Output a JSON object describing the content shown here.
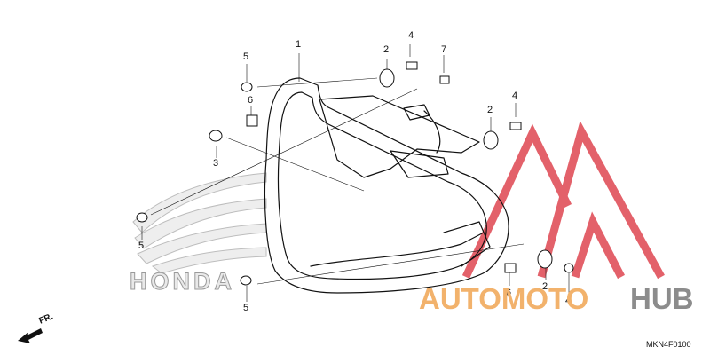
{
  "diagram": {
    "part_code": "MKN4F0100",
    "direction_label": "FR.",
    "brand_watermark": "HONDA",
    "site_watermark": {
      "part1": "AUTOMOTO",
      "part2": "HUB"
    },
    "callouts": [
      {
        "id": "c1",
        "label": "1"
      },
      {
        "id": "c2a",
        "label": "2"
      },
      {
        "id": "c4a",
        "label": "4"
      },
      {
        "id": "c7",
        "label": "7"
      },
      {
        "id": "c5a",
        "label": "5"
      },
      {
        "id": "c6a",
        "label": "6"
      },
      {
        "id": "c3",
        "label": "3"
      },
      {
        "id": "c2b",
        "label": "2"
      },
      {
        "id": "c4b",
        "label": "4"
      },
      {
        "id": "c5b",
        "label": "5"
      },
      {
        "id": "c5c",
        "label": "5"
      },
      {
        "id": "c6b",
        "label": "6"
      },
      {
        "id": "c2c",
        "label": "2"
      },
      {
        "id": "c4c",
        "label": "4"
      }
    ],
    "colors": {
      "line": "#111111",
      "watermark_red": "#e0505a",
      "watermark_orange": "#f2b26c",
      "watermark_gray": "#8c8c8c"
    }
  }
}
